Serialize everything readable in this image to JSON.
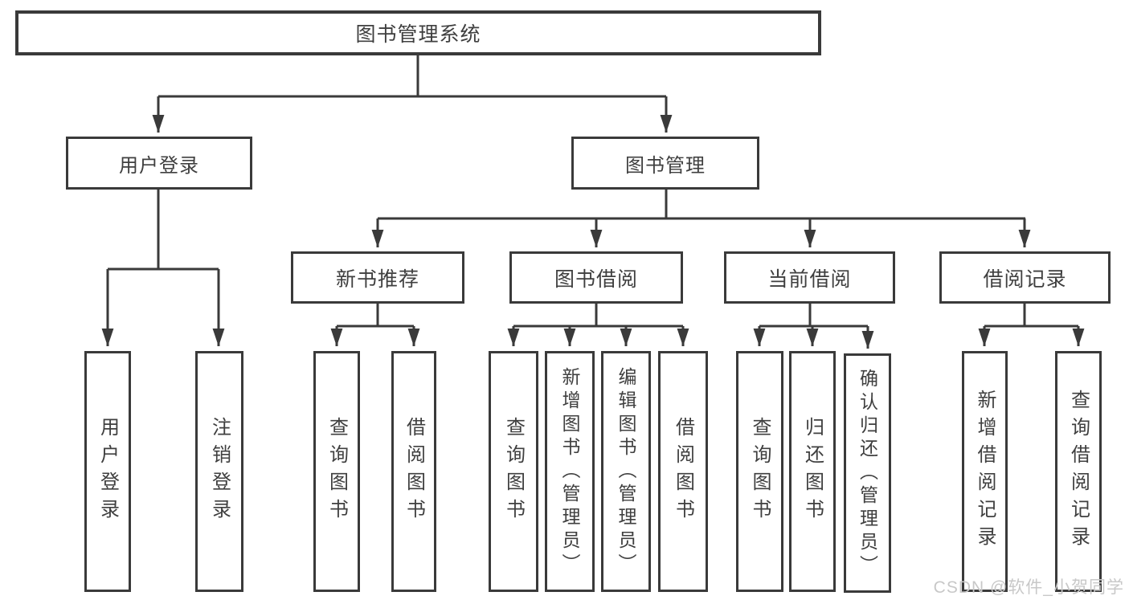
{
  "diagram": {
    "root_label": "图书管理系统",
    "branches": [
      {
        "label": "用户登录",
        "children": [
          "用户登录",
          "注销登录"
        ]
      },
      {
        "label": "图书管理",
        "sections": [
          {
            "label": "新书推荐",
            "children": [
              "查询图书",
              "借阅图书"
            ]
          },
          {
            "label": "图书借阅",
            "children": [
              "查询图书",
              "新增图书（管理员）",
              "编辑图书（管理员）",
              "借阅图书"
            ]
          },
          {
            "label": "当前借阅",
            "children": [
              "查询图书",
              "归还图书",
              "确认归还（管理员）"
            ]
          },
          {
            "label": "借阅记录",
            "children": [
              "新增借阅记录",
              "查询借阅记录"
            ]
          }
        ]
      }
    ]
  },
  "watermark": {
    "text": "CSDN @软件_小贺同学"
  },
  "colors": {
    "line": "#3a3a3a",
    "text": "#3f3f3f",
    "watermark": "#c8c8c8",
    "background": "#ffffff"
  }
}
